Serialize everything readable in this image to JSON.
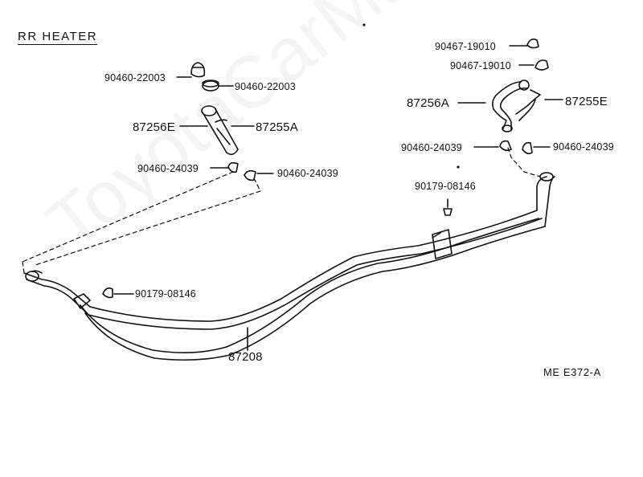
{
  "title": "RR HEATER",
  "illustration_code": "ME  E372-A",
  "watermark": "ToyotaCarManu",
  "left_assembly": {
    "clamp_upper_a": "90460-22003",
    "clamp_upper_b": "90460-22003",
    "hose_e": "87256E",
    "hose_a": "87255A",
    "clamp_lower_a": "90460-24039",
    "clamp_lower_b": "90460-24039"
  },
  "right_assembly": {
    "clip_a": "90467-19010",
    "clip_b": "90467-19010",
    "hose_a": "87256A",
    "hose_e": "87255E",
    "clamp_a": "90460-24039",
    "clamp_b": "90460-24039"
  },
  "clip_right": "90179-08146",
  "clip_left": "90179-08146",
  "pipe": "87208"
}
